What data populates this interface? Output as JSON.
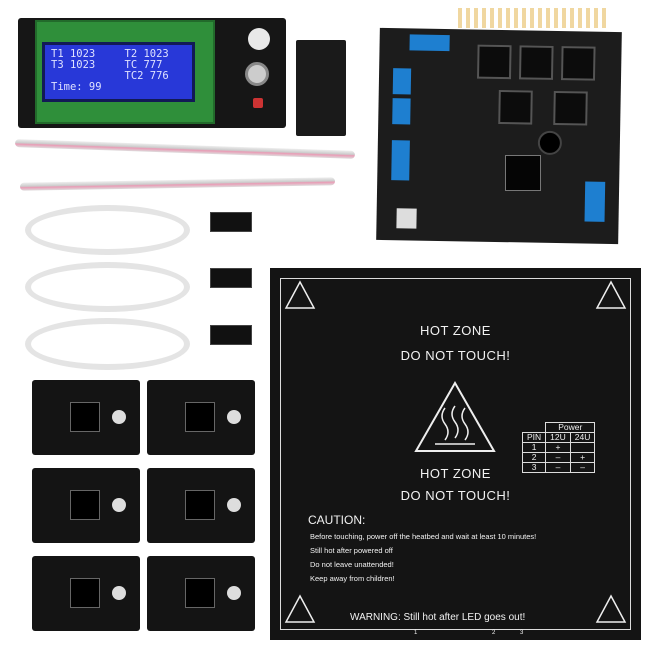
{
  "lcd": {
    "rows": [
      [
        "T1 1023",
        "T2 1023"
      ],
      [
        "T3 1023",
        "TC 777"
      ],
      [
        "",
        "TC2 776"
      ],
      [
        "Time: 99",
        ""
      ]
    ]
  },
  "heatbed": {
    "hot_zone_1": "HOT ZONE",
    "do_not_touch_1": "DO NOT TOUCH!",
    "hot_zone_2": "HOT ZONE",
    "do_not_touch_2": "DO NOT TOUCH!",
    "power_table": {
      "title": "Power",
      "headers": [
        "PIN",
        "12U",
        "24U"
      ],
      "rows": [
        [
          "1",
          "+",
          ""
        ],
        [
          "2",
          "–",
          "+"
        ],
        [
          "3",
          "–",
          "–"
        ]
      ]
    },
    "caution_title": "CAUTION:",
    "caution_lines": [
      "Before touching, power off the heatbed and wait at least 10 minutes!",
      "Still hot after powered off",
      "Do not leave unattended!",
      "Keep away from children!"
    ],
    "warning": "WARNING: Still hot after LED goes out!",
    "pin_labels": [
      "1",
      "2",
      "3"
    ]
  },
  "colors": {
    "lcd_blue": "#2838d8",
    "terminal_blue": "#1e7fd0",
    "pcb_black": "#141414"
  }
}
